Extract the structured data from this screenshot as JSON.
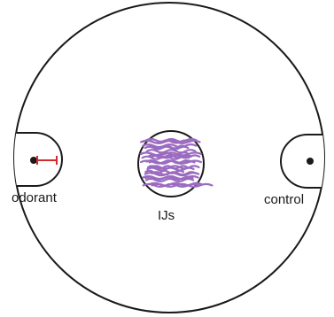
{
  "labels": {
    "odorant": "odorant",
    "ijs": "IJs",
    "control": "control"
  },
  "colors": {
    "outline": "#1a1a1a",
    "scale_bar": "#d42a2a",
    "worms": "#9a6bc0",
    "background": "#ffffff"
  },
  "icons": {
    "odorant_spot": "filled-dot",
    "control_spot": "filled-dot",
    "worm_cluster": "wavy-lines"
  }
}
